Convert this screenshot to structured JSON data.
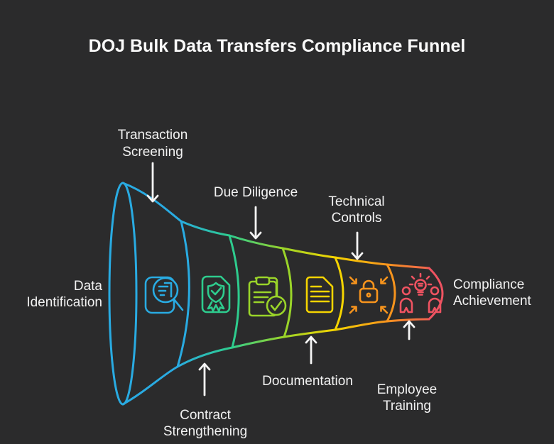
{
  "title": "DOJ Bulk Data Transfers Compliance Funnel",
  "colors": {
    "background": "#2b2b2c",
    "text": "#f2f2f2",
    "stage_blue": "#29abe2",
    "stage_green": "#2ecc8e",
    "stage_lime": "#9ad429",
    "stage_yellow": "#f5d400",
    "stage_orange": "#f7941d",
    "stage_red": "#ef5361"
  },
  "funnel": {
    "input_label": {
      "name": "Data Identification",
      "line1": "Data",
      "line2": "Identification"
    },
    "output_label": {
      "name": "Compliance Achievement",
      "line1": "Compliance",
      "line2": "Achievement"
    },
    "stages": [
      {
        "name": "Transaction Screening",
        "line1": "Transaction",
        "line2": "Screening",
        "icon": "document-search-icon",
        "color": "#29abe2",
        "label_position": "top"
      },
      {
        "name": "Contract Strengthening",
        "line1": "Contract",
        "line2": "Strengthening",
        "icon": "certificate-icon",
        "color": "#2ecc8e",
        "label_position": "bottom"
      },
      {
        "name": "Due Diligence",
        "line1": "Due Diligence",
        "line2": "",
        "icon": "clipboard-check-icon",
        "color": "#9ad429",
        "label_position": "top"
      },
      {
        "name": "Documentation",
        "line1": "Documentation",
        "line2": "",
        "icon": "document-icon",
        "color": "#f5d400",
        "label_position": "bottom"
      },
      {
        "name": "Technical Controls",
        "line1": "Technical",
        "line2": "Controls",
        "icon": "lock-compress-icon",
        "color": "#f7941d",
        "label_position": "top"
      },
      {
        "name": "Employee Training",
        "line1": "Employee",
        "line2": "Training",
        "icon": "team-lightbulb-icon",
        "color": "#ef5361",
        "label_position": "bottom"
      }
    ]
  }
}
